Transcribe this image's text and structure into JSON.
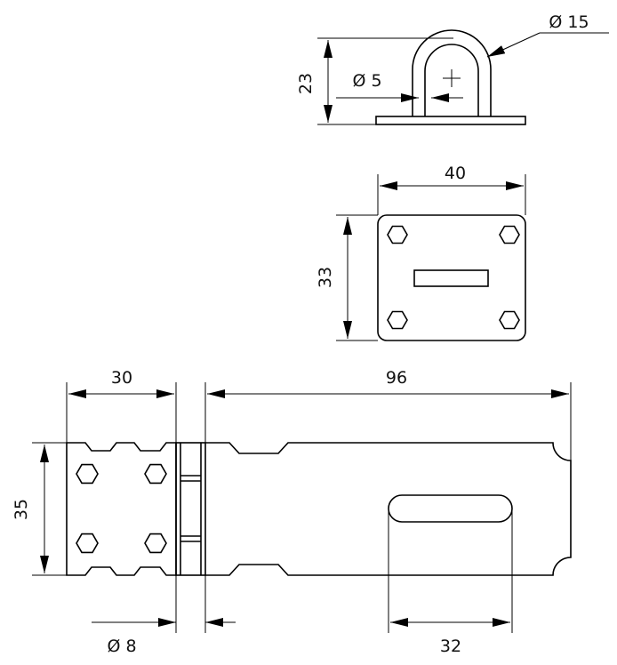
{
  "drawing": {
    "eye_view": {
      "outer_diameter": "Ø 15",
      "inner_diameter": "Ø 5",
      "height": "23"
    },
    "staple_plate_view": {
      "width": "40",
      "height": "33"
    },
    "hasp_view": {
      "fixed_leaf_length": "30",
      "hasp_length": "96",
      "height": "35",
      "pin_diameter": "Ø 8",
      "slot_length": "32"
    }
  }
}
